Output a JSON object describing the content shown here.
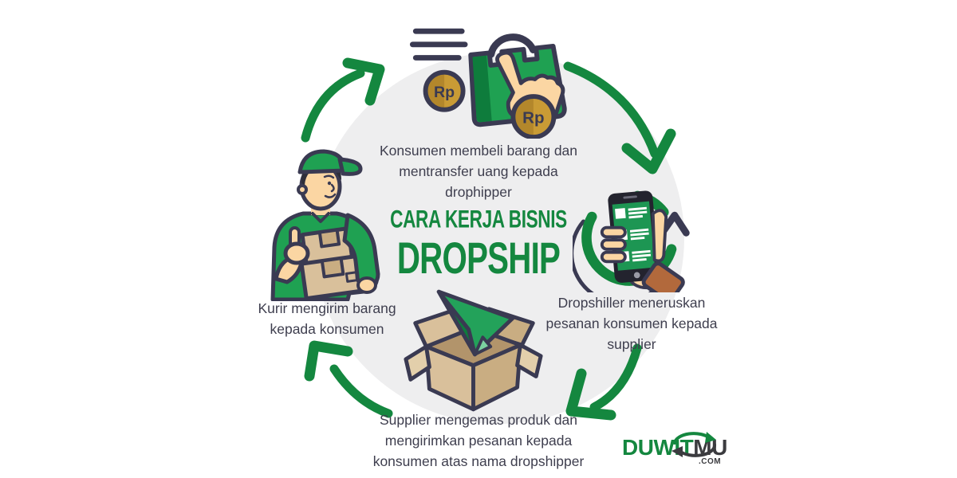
{
  "title": {
    "line1": "CARA KERJA BISNIS",
    "line2": "DROPSHIP"
  },
  "steps": {
    "top": {
      "lines": [
        "Konsumen membeli barang dan",
        "mentransfer uang kepada",
        "drophipper"
      ]
    },
    "right": {
      "lines": [
        "Dropshiller meneruskan",
        "pesanan konsumen kepada",
        "supplier"
      ]
    },
    "bottom": {
      "lines": [
        "Supplier mengemas produk dan",
        "mengirimkan pesanan kepada",
        "konsumen atas nama dropshipper"
      ]
    },
    "left": {
      "lines": [
        "Kurir mengirim barang",
        "kepada konsumen"
      ]
    }
  },
  "icons": {
    "top": "shopping-bag-payment-icon",
    "right": "hand-holding-phone-icon",
    "bottom": "open-box-paper-plane-icon",
    "left": "courier-with-packages-icon",
    "coin_label": "Rp"
  },
  "logo": {
    "brand_green": "DUWIT",
    "brand_dark": "MU",
    "tld": ".COM"
  },
  "colors": {
    "green": "#14873f",
    "green_mid": "#1fa152",
    "green_dark": "#0e7c3c",
    "green_bright": "#23a25a",
    "green_pale": "#7bd2a0",
    "navy": "#3a3a52",
    "navy_deep": "#23232e",
    "text": "#3e3e4e",
    "gold": "#c99b35",
    "gold_dark": "#b3872b",
    "skin": "#fbd6a3",
    "sleeve": "#b2693c",
    "carton": "#d9c09b",
    "carton_mid": "#c9ad82",
    "carton_dark": "#b2946b",
    "carton_light": "#e3cfab",
    "circle_bg": "#eeeeef",
    "screen": "#1d9653",
    "logo_dark": "#3b3b3f"
  }
}
